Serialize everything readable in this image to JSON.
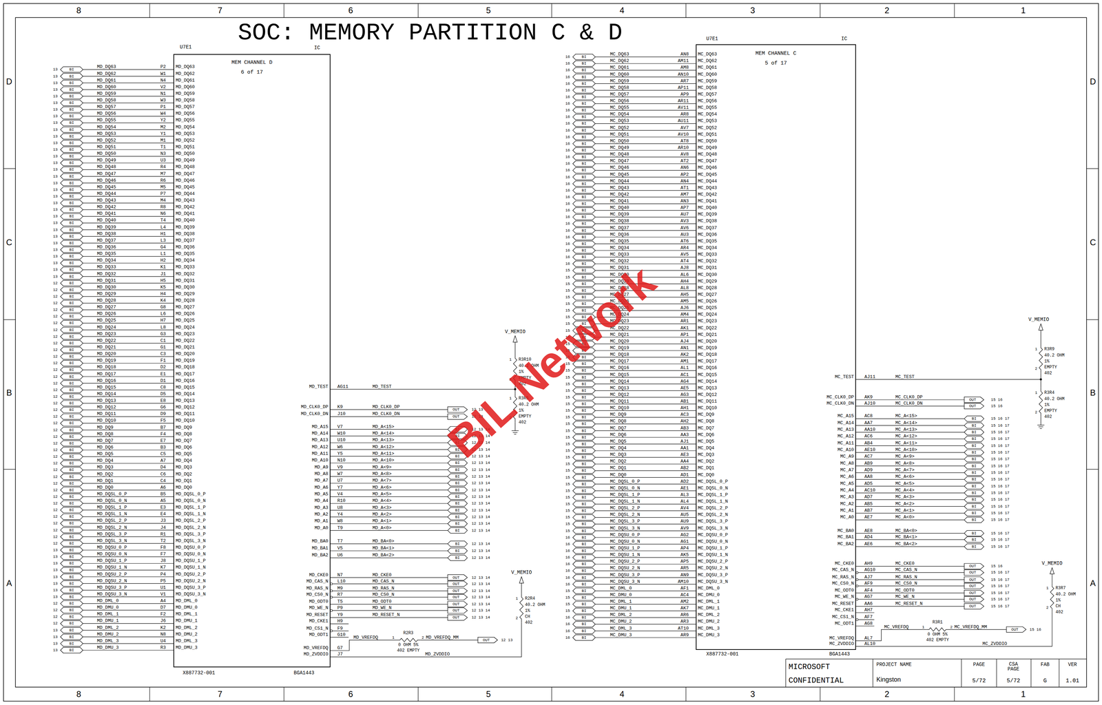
{
  "diagram": {
    "title": "SOC: MEMORY PARTITION C & D",
    "nodes": [
      {
        "text": [
          "MEM CHANNEL D",
          "6 of 17"
        ]
      },
      {
        "text": [
          "MEM CHANNEL C",
          "5 of 17"
        ]
      }
    ],
    "labels": [
      "8",
      "7",
      "6",
      "5",
      "4",
      "3",
      "2",
      "1",
      "8",
      "7",
      "6",
      "5",
      "4",
      "3",
      "2",
      "1",
      "D",
      "C",
      "B",
      "A",
      "D",
      "C",
      "B",
      "A",
      "U7E1",
      "IC",
      "X887732-001",
      "BGA1443",
      "13",
      "BI",
      "MD_DQ63",
      "P2",
      "MD_DQ63",
      "13",
      "BI",
      "MD_DQ62",
      "W1",
      "MD_DQ62",
      "13",
      "BI",
      "MD_DQ61",
      "N4",
      "MD_DQ61",
      "13",
      "BI",
      "MD_DQ60",
      "V2",
      "MD_DQ60",
      "13",
      "BI",
      "MD_DQ59",
      "N1",
      "MD_DQ59",
      "13",
      "BI",
      "MD_DQ58",
      "W3",
      "MD_DQ58",
      "13",
      "BI",
      "MD_DQ57",
      "P1",
      "MD_DQ57",
      "13",
      "BI",
      "MD_DQ56",
      "W4",
      "MD_DQ56",
      "13",
      "BI",
      "MD_DQ55",
      "Y2",
      "MD_DQ55",
      "13",
      "BI",
      "MD_DQ54",
      "M2",
      "MD_DQ54",
      "13",
      "BI",
      "MD_DQ53",
      "Y1",
      "MD_DQ53",
      "13",
      "BI",
      "MD_DQ52",
      "M1",
      "MD_DQ52",
      "13",
      "BI",
      "MD_DQ51",
      "T1",
      "MD_DQ51",
      "13",
      "BI",
      "MD_DQ50",
      "N3",
      "MD_DQ50",
      "13",
      "BI",
      "MD_DQ49",
      "U3",
      "MD_DQ49",
      "13",
      "BI",
      "MD_DQ48",
      "R4",
      "MD_DQ48",
      "13",
      "BI",
      "MD_DQ47",
      "M7",
      "MD_DQ47",
      "13",
      "BI",
      "MD_DQ46",
      "R6",
      "MD_DQ46",
      "13",
      "BI",
      "MD_DQ45",
      "M5",
      "MD_DQ45",
      "13",
      "BI",
      "MD_DQ44",
      "P7",
      "MD_DQ44",
      "13",
      "BI",
      "MD_DQ43",
      "M4",
      "MD_DQ43",
      "13",
      "BI",
      "MD_DQ42",
      "R8",
      "MD_DQ42",
      "13",
      "BI",
      "MD_DQ41",
      "N6",
      "MD_DQ41",
      "13",
      "BI",
      "MD_DQ40",
      "T4",
      "MD_DQ40",
      "13",
      "BI",
      "MD_DQ39",
      "L4",
      "MD_DQ39",
      "13",
      "BI",
      "MD_DQ38",
      "H1",
      "MD_DQ38",
      "13",
      "BI",
      "MD_DQ37",
      "L3",
      "MD_DQ37",
      "13",
      "BI",
      "MD_DQ36",
      "G4",
      "MD_DQ36",
      "13",
      "BI",
      "MD_DQ35",
      "L1",
      "MD_DQ35",
      "13",
      "BI",
      "MD_DQ34",
      "H2",
      "MD_DQ34",
      "13",
      "BI",
      "MD_DQ33",
      "K1",
      "MD_DQ33",
      "13",
      "BI",
      "MD_DQ32",
      "J1",
      "MD_DQ32",
      "12",
      "BI",
      "MD_DQ31",
      "H5",
      "MD_DQ31",
      "12",
      "BI",
      "MD_DQ30",
      "K5",
      "MD_DQ30",
      "12",
      "BI",
      "MD_DQ29",
      "H4",
      "MD_DQ29",
      "12",
      "BI",
      "MD_DQ28",
      "K4",
      "MD_DQ28",
      "12",
      "BI",
      "MD_DQ27",
      "G8",
      "MD_DQ27",
      "12",
      "BI",
      "MD_DQ26",
      "L6",
      "MD_DQ26",
      "12",
      "BI",
      "MD_DQ25",
      "H7",
      "MD_DQ25",
      "12",
      "BI",
      "MD_DQ24",
      "L8",
      "MD_DQ24",
      "12",
      "BI",
      "MD_DQ23",
      "G3",
      "MD_DQ23",
      "12",
      "BI",
      "MD_DQ22",
      "C1",
      "MD_DQ22",
      "12",
      "BI",
      "MD_DQ21",
      "G1",
      "MD_DQ21",
      "12",
      "BI",
      "MD_DQ20",
      "C3",
      "MD_DQ20",
      "12",
      "BI",
      "MD_DQ19",
      "F1",
      "MD_DQ19",
      "12",
      "BI",
      "MD_DQ18",
      "D2",
      "MD_DQ18",
      "12",
      "BI",
      "MD_DQ17",
      "E1",
      "MD_DQ17",
      "12",
      "BI",
      "MD_DQ16",
      "D1",
      "MD_DQ16",
      "12",
      "BI",
      "MD_DQ15",
      "C8",
      "MD_DQ15",
      "12",
      "BI",
      "MD_DQ14",
      "D5",
      "MD_DQ14",
      "12",
      "BI",
      "MD_DQ13",
      "E8",
      "MD_DQ13",
      "12",
      "BI",
      "MD_DQ12",
      "G6",
      "MD_DQ12",
      "12",
      "BI",
      "MD_DQ11",
      "D9",
      "MD_DQ11",
      "12",
      "BI",
      "MD_DQ10",
      "F5",
      "MD_DQ10",
      "12",
      "BI",
      "MD_DQ9",
      "B7",
      "MD_DQ9",
      "12",
      "BI",
      "MD_DQ8",
      "F4",
      "MD_DQ8",
      "12",
      "BI",
      "MD_DQ7",
      "E7",
      "MD_DQ7",
      "12",
      "BI",
      "MD_DQ6",
      "B3",
      "MD_DQ6",
      "12",
      "BI",
      "MD_DQ5",
      "C5",
      "MD_DQ5",
      "12",
      "BI",
      "MD_DQ4",
      "A7",
      "MD_DQ4",
      "12",
      "BI",
      "MD_DQ3",
      "D4",
      "MD_DQ3",
      "12",
      "BI",
      "MD_DQ2",
      "C6",
      "MD_DQ2",
      "12",
      "BI",
      "MD_DQ1",
      "C4",
      "MD_DQ1",
      "12",
      "BI",
      "MD_DQ0",
      "A6",
      "MD_DQ0",
      "12",
      "BI",
      "MD_DQSL_0_P",
      "B5",
      "MD_DQSL_0_P",
      "12",
      "BI",
      "MD_DQSL_0_N",
      "A5",
      "MD_DQSL_0_N",
      "12",
      "BI",
      "MD_DQSL_1_P",
      "E3",
      "MD_DQSL_1_P",
      "12",
      "BI",
      "MD_DQSL_1_N",
      "E4",
      "MD_DQSL_1_N",
      "12",
      "BI",
      "MD_DQSL_2_P",
      "J3",
      "MD_DQSL_2_P",
      "12",
      "BI",
      "MD_DQSL_2_N",
      "J4",
      "MD_DQSL_2_N",
      "12",
      "BI",
      "MD_DQSL_3_P",
      "R1",
      "MD_DQSL_3_P",
      "12",
      "BI",
      "MD_DQSL_3_N",
      "T2",
      "MD_DQSL_3_N",
      "13",
      "BI",
      "MD_DQSU_0_P",
      "F8",
      "MD_DQSU_0_P",
      "13",
      "BI",
      "MD_DQSU_0_N",
      "F7",
      "MD_DQSU_0_N",
      "13",
      "BI",
      "MD_DQSU_1_P",
      "J8",
      "MD_DQSU_1_P",
      "13",
      "BI",
      "MD_DQSU_1_N",
      "K7",
      "MD_DQSU_1_N",
      "13",
      "BI",
      "MD_DQSU_2_P",
      "P4",
      "MD_DQSU_2_P",
      "13",
      "BI",
      "MD_DQSU_2_N",
      "P5",
      "MD_DQSU_2_N",
      "13",
      "BI",
      "MD_DQSU_3_P",
      "U1",
      "MD_DQSU_3_P",
      "13",
      "BI",
      "MD_DQSU_3_N",
      "V1",
      "MD_DQSU_3_N",
      "12",
      "BI",
      "MD_DML_0",
      "A4",
      "MD_DML_0",
      "12",
      "BI",
      "MD_DMU_0",
      "D7",
      "MD_DMU_0",
      "12",
      "BI",
      "MD_DML_1",
      "F2",
      "MD_DML_1",
      "12",
      "BI",
      "MD_DMU_1",
      "J6",
      "MD_DMU_1",
      "13",
      "BI",
      "MD_DML_2",
      "K2",
      "MD_DML_2",
      "13",
      "BI",
      "MD_DMU_2",
      "N8",
      "MD_DMU_2",
      "13",
      "BI",
      "MD_DML_3",
      "U4",
      "MD_DML_3",
      "13",
      "BI",
      "MD_DMU_3",
      "R3",
      "MD_DMU_3",
      "MD_TEST",
      "AG11",
      "MD_TEST",
      "MD_CLK0_DP",
      "K9",
      "MD_CLK0_DP",
      "OUT",
      "12 13",
      "MD_CLK0_DN",
      "J10",
      "MD_CLK0_DN",
      "OUT",
      "12 13",
      "MD_A15",
      "V7",
      "MD_A<15>",
      "BI",
      "12 13 14",
      "MD_A14",
      "W10",
      "MD_A<14>",
      "BI",
      "12 13 14",
      "MD_A13",
      "U10",
      "MD_A<13>",
      "BI",
      "12 13 14",
      "MD_A12",
      "W6",
      "MD_A<12>",
      "BI",
      "12 13 14",
      "MD_A11",
      "Y5",
      "MD_A<11>",
      "BI",
      "12 13 14",
      "MD_A10",
      "N10",
      "MD_A<10>",
      "BI",
      "12 13 14",
      "MD_A9",
      "V9",
      "MD_A<9>",
      "BI",
      "12 13 14",
      "MD_A8",
      "W7",
      "MD_A<8>",
      "BI",
      "12 13 14",
      "MD_A7",
      "U7",
      "MD_A<7>",
      "BI",
      "12 13 14",
      "MD_A6",
      "Y7",
      "MD_A<6>",
      "BI",
      "12 13 14",
      "MD_A5",
      "V4",
      "MD_A<5>",
      "BI",
      "12 13 14",
      "MD_A4",
      "R10",
      "MD_A<4>",
      "BI",
      "12 13 14",
      "MD_A3",
      "U8",
      "MD_A<3>",
      "BI",
      "12 13 14",
      "MD_A2",
      "Y4",
      "MD_A<2>",
      "BI",
      "12 13 14",
      "MD_A1",
      "W8",
      "MD_A<1>",
      "BI",
      "12 13 14",
      "MD_A0",
      "T9",
      "MD_A<0>",
      "BI",
      "12 13 14",
      "MD_BA0",
      "T7",
      "MD_BA<0>",
      "BI",
      "12 13 14",
      "MD_BA1",
      "V5",
      "MD_BA<1>",
      "BI",
      "12 13 14",
      "MD_BA2",
      "U6",
      "MD_BA<2>",
      "BI",
      "12 13 14",
      "MD_CKE0",
      "N7",
      "MD_CKE0",
      "OUT",
      "12 13 14",
      "MD_CAS_N",
      "L10",
      "MD_CAS_N",
      "OUT",
      "12 13 14",
      "MD_RAS_N",
      "M9",
      "MD_RAS_N",
      "OUT",
      "12 13 14",
      "MD_CS0_N",
      "R7",
      "MD_CS0_N",
      "OUT",
      "12 13 14",
      "MD_ODT0",
      "T5",
      "MD_ODT0",
      "OUT",
      "12 13 14",
      "MD_WE_N",
      "P9",
      "MD_WE_N",
      "OUT",
      "12 13 14",
      "MD_RESET",
      "Y9",
      "MD_RESET_N",
      "OUT",
      "12 13 14",
      "MD_CKE1",
      "H9",
      "MD_CS1_N",
      "F9",
      "MD_ODT1",
      "G10",
      "MD_VREFDQ",
      "G7",
      "MD_ZVDDIO",
      "J7",
      "V_MEMIO",
      "R3R10",
      "1",
      "2",
      "40.2 OHM",
      "1%",
      "EMPTY",
      "402",
      "R3R5",
      "1",
      "2",
      "40.2 OHM",
      "1%",
      "EMPTY",
      "402",
      "MD_VREFDQ",
      "1",
      "2",
      "R2R3",
      "0 OHM 5%",
      "402 EMPTY",
      "MD_VREFDQ_MM",
      "OUT",
      "12 13",
      "MD_ZVDDIO",
      "V_MEMIO",
      "R2R4",
      "1",
      "2",
      "40.2 OHM",
      "1%",
      "CH",
      "402",
      "U7E1",
      "IC",
      "X887732-001",
      "BGA1443",
      "16",
      "BI",
      "MC_DQ63",
      "AN8",
      "MC_DQ63",
      "16",
      "BI",
      "MC_DQ62",
      "AM11",
      "MC_DQ62",
      "16",
      "BI",
      "MC_DQ61",
      "AM8",
      "MC_DQ61",
      "16",
      "BI",
      "MC_DQ60",
      "AN10",
      "MC_DQ60",
      "16",
      "BI",
      "MC_DQ59",
      "AR7",
      "MC_DQ59",
      "16",
      "BI",
      "MC_DQ58",
      "AP11",
      "MC_DQ58",
      "16",
      "BI",
      "MC_DQ57",
      "AP9",
      "MC_DQ57",
      "16",
      "BI",
      "MC_DQ56",
      "AR11",
      "MC_DQ56",
      "16",
      "BI",
      "MC_DQ55",
      "AV11",
      "MC_DQ55",
      "16",
      "BI",
      "MC_DQ54",
      "AR8",
      "MC_DQ54",
      "16",
      "BI",
      "MC_DQ53",
      "AU11",
      "MC_DQ53",
      "16",
      "BI",
      "MC_DQ52",
      "AV7",
      "MC_DQ52",
      "16",
      "BI",
      "MC_DQ51",
      "AV10",
      "MC_DQ51",
      "16",
      "BI",
      "MC_DQ50",
      "AT8",
      "MC_DQ50",
      "16",
      "BI",
      "MC_DQ49",
      "AR10",
      "MC_DQ49",
      "16",
      "BI",
      "MC_DQ48",
      "AV8",
      "MC_DQ48",
      "16",
      "BI",
      "MC_DQ47",
      "AT2",
      "MC_DQ47",
      "16",
      "BI",
      "MC_DQ46",
      "AN6",
      "MC_DQ46",
      "16",
      "BI",
      "MC_DQ45",
      "AP2",
      "MC_DQ45",
      "16",
      "BI",
      "MC_DQ44",
      "AN4",
      "MC_DQ44",
      "16",
      "BI",
      "MC_DQ43",
      "AT1",
      "MC_DQ43",
      "16",
      "BI",
      "MC_DQ42",
      "AM7",
      "MC_DQ42",
      "16",
      "BI",
      "MC_DQ41",
      "AN3",
      "MC_DQ41",
      "16",
      "BI",
      "MC_DQ40",
      "AP7",
      "MC_DQ40",
      "16",
      "BI",
      "MC_DQ39",
      "AU7",
      "MC_DQ39",
      "16",
      "BI",
      "MC_DQ38",
      "AV3",
      "MC_DQ38",
      "16",
      "BI",
      "MC_DQ37",
      "AV6",
      "MC_DQ37",
      "16",
      "BI",
      "MC_DQ36",
      "AU3",
      "MC_DQ36",
      "16",
      "BI",
      "MC_DQ35",
      "AT6",
      "MC_DQ35",
      "16",
      "BI",
      "MC_DQ34",
      "AR4",
      "MC_DQ34",
      "16",
      "BI",
      "MC_DQ33",
      "AV5",
      "MC_DQ33",
      "16",
      "BI",
      "MC_DQ32",
      "AT4",
      "MC_DQ32",
      "15",
      "BI",
      "MC_DQ31",
      "AJ8",
      "MC_DQ31",
      "15",
      "BI",
      "MC_DQ30",
      "AL6",
      "MC_DQ30",
      "15",
      "BI",
      "MC_DQ29",
      "AH4",
      "MC_DQ29",
      "15",
      "BI",
      "MC_DQ28",
      "AL8",
      "MC_DQ28",
      "15",
      "BI",
      "MC_DQ27",
      "AH5",
      "MC_DQ27",
      "15",
      "BI",
      "MC_DQ26",
      "AM5",
      "MC_DQ26",
      "15",
      "BI",
      "MC_DQ25",
      "AJ6",
      "MC_DQ25",
      "15",
      "BI",
      "MC_DQ24",
      "AM4",
      "MC_DQ24",
      "15",
      "BI",
      "MC_DQ23",
      "AR1",
      "MC_DQ23",
      "15",
      "BI",
      "MC_DQ22",
      "AK1",
      "MC_DQ22",
      "15",
      "BI",
      "MC_DQ21",
      "AP1",
      "MC_DQ21",
      "15",
      "BI",
      "MC_DQ20",
      "AJ4",
      "MC_DQ20",
      "15",
      "BI",
      "MC_DQ19",
      "AN1",
      "MC_DQ19",
      "15",
      "BI",
      "MC_DQ18",
      "AK2",
      "MC_DQ18",
      "15",
      "BI",
      "MC_DQ17",
      "AM1",
      "MC_DQ17",
      "15",
      "BI",
      "MC_DQ16",
      "AL1",
      "MC_DQ16",
      "15",
      "BI",
      "MC_DQ15",
      "AC1",
      "MC_DQ15",
      "15",
      "BI",
      "MC_DQ14",
      "AG4",
      "MC_DQ14",
      "15",
      "BI",
      "MC_DQ13",
      "AE5",
      "MC_DQ13",
      "15",
      "BI",
      "MC_DQ12",
      "AG3",
      "MC_DQ12",
      "15",
      "BI",
      "MC_DQ11",
      "AB1",
      "MC_DQ11",
      "15",
      "BI",
      "MC_DQ10",
      "AH1",
      "MC_DQ10",
      "15",
      "BI",
      "MC_DQ9",
      "AC3",
      "MC_DQ9",
      "15",
      "BI",
      "MC_DQ8",
      "AH2",
      "MC_DQ8",
      "15",
      "BI",
      "MC_DQ7",
      "AB3",
      "MC_DQ7",
      "15",
      "BI",
      "MC_DQ6",
      "AA3",
      "MC_DQ6",
      "15",
      "BI",
      "MC_DQ5",
      "AJ1",
      "MC_DQ5",
      "15",
      "BI",
      "MC_DQ4",
      "AA1",
      "MC_DQ4",
      "15",
      "BI",
      "MC_DQ3",
      "AE3",
      "MC_DQ3",
      "15",
      "BI",
      "MC_DQ2",
      "AA4",
      "MC_DQ2",
      "15",
      "BI",
      "MC_DQ1",
      "AB2",
      "MC_DQ1",
      "15",
      "BI",
      "MC_DQ0",
      "AD1",
      "MC_DQ0",
      "15",
      "BI",
      "MC_DQSL_0_P",
      "AD2",
      "MC_DQSL_0_P",
      "15",
      "BI",
      "MC_DQSL_0_N",
      "AE1",
      "MC_DQSL_0_N",
      "15",
      "BI",
      "MC_DQSL_1_P",
      "AL3",
      "MC_DQSL_1_P",
      "15",
      "BI",
      "MC_DQSL_1_N",
      "AL4",
      "MC_DQSL_1_N",
      "15",
      "BI",
      "MC_DQSL_2_P",
      "AV4",
      "MC_DQSL_2_P",
      "15",
      "BI",
      "MC_DQSL_2_N",
      "AU5",
      "MC_DQSL_2_N",
      "15",
      "BI",
      "MC_DQSL_3_P",
      "AU9",
      "MC_DQSL_3_P",
      "15",
      "BI",
      "MC_DQSL_3_N",
      "AV9",
      "MC_DQSL_3_N",
      "16",
      "BI",
      "MC_DQSU_0_P",
      "AG2",
      "MC_DQSU_0_P",
      "16",
      "BI",
      "MC_DQSU_0_N",
      "AG1",
      "MC_DQSU_0_N",
      "16",
      "BI",
      "MC_DQSU_1_P",
      "AP4",
      "MC_DQSU_1_P",
      "16",
      "BI",
      "MC_DQSU_1_N",
      "AK5",
      "MC_DQSU_1_N",
      "16",
      "BI",
      "MC_DQSU_2_P",
      "AP5",
      "MC_DQSU_2_P",
      "16",
      "BI",
      "MC_DQSU_2_N",
      "AR5",
      "MC_DQSU_2_N",
      "16",
      "BI",
      "MC_DQSU_3_P",
      "AN9",
      "MC_DQSU_3_P",
      "16",
      "BI",
      "MC_DQSU_3_N",
      "AM10",
      "MC_DQSU_3_N",
      "15",
      "BI",
      "MC_DML_0",
      "AF1",
      "MC_DML_0",
      "15",
      "BI",
      "MC_DMU_0",
      "AC4",
      "MC_DMU_0",
      "15",
      "BI",
      "MC_DML_1",
      "AM2",
      "MC_DML_1",
      "15",
      "BI",
      "MC_DMU_1",
      "AK7",
      "MC_DMU_1",
      "16",
      "BI",
      "MC_DML_2",
      "AR6",
      "MC_DML_2",
      "16",
      "BI",
      "MC_DMU_2",
      "AR3",
      "MC_DMU_2",
      "16",
      "BI",
      "MC_DML_3",
      "AT10",
      "MC_DML_3",
      "16",
      "BI",
      "MC_DMU_3",
      "AR9",
      "MC_DMU_3",
      "MC_TEST",
      "AJ11",
      "MC_TEST",
      "MC_CLK0_DP",
      "AK9",
      "MC_CLK0_DP",
      "OUT",
      "15 16",
      "MC_CLK0_DN",
      "AJ10",
      "MC_CLK0_DN",
      "OUT",
      "15 16",
      "MC_A15",
      "AC8",
      "MC_A<15>",
      "BI",
      "15 16 17",
      "MC_A14",
      "AA7",
      "MC_A<14>",
      "BI",
      "15 16 17",
      "MC_A13",
      "AA10",
      "MC_A<13>",
      "BI",
      "15 16 17",
      "MC_A12",
      "AC6",
      "MC_A<12>",
      "BI",
      "15 16 17",
      "MC_A11",
      "AB4",
      "MC_A<11>",
      "BI",
      "15 16 17",
      "MC_A10",
      "AE10",
      "MC_A<10>",
      "BI",
      "15 16 17",
      "MC_A9",
      "AC7",
      "MC_A<9>",
      "BI",
      "15 16 17",
      "MC_A8",
      "AB9",
      "MC_A<8>",
      "BI",
      "15 16 17",
      "MC_A7",
      "AD9",
      "MC_A<7>",
      "BI",
      "15 16 17",
      "MC_A6",
      "AA8",
      "MC_A<6>",
      "BI",
      "15 16 17",
      "MC_A5",
      "AD5",
      "MC_A<5>",
      "BI",
      "15 16 17",
      "MC_A4",
      "AC10",
      "MC_A<4>",
      "BI",
      "15 16 17",
      "MC_A3",
      "AD7",
      "MC_A<3>",
      "BI",
      "15 16 17",
      "MC_A2",
      "AB5",
      "MC_A<2>",
      "BI",
      "15 16 17",
      "MC_A1",
      "AB7",
      "MC_A<1>",
      "BI",
      "15 16 17",
      "MC_A0",
      "AE7",
      "MC_A<0>",
      "BI",
      "15 16 17",
      "MC_BA0",
      "AE8",
      "MC_BA<0>",
      "BI",
      "15 16 17",
      "MC_BA1",
      "AD4",
      "MC_BA<1>",
      "BI",
      "15 16 17",
      "MC_BA2",
      "AE6",
      "MC_BA<2>",
      "BI",
      "15 16 17",
      "MC_CKE0",
      "AH9",
      "MC_CKE0",
      "OUT",
      "15 16",
      "MC_CAS_N",
      "AG10",
      "MC_CAS_N",
      "OUT",
      "15 16 17",
      "MC_RAS_N",
      "AJ7",
      "MC_RAS_N",
      "OUT",
      "15 16 17",
      "MC_CS0_N",
      "AF9",
      "MC_CS0_N",
      "OUT",
      "15 16 17",
      "MC_ODT0",
      "AF4",
      "MC_ODT0",
      "OUT",
      "15 16 17",
      "MC_WE_N",
      "AG7",
      "MC_WE_N",
      "OUT",
      "15 16 17",
      "MC_RESET",
      "AA6",
      "MC_RESET_N",
      "OUT",
      "15 16 17",
      "MC_CKE1",
      "AH7",
      "MC_CS1_N",
      "AF7",
      "MC_ODT1",
      "AG8",
      "MC_VREFDQ",
      "AL7",
      "MC_ZVDDIO",
      "AL10",
      "V_MEMIO",
      "R3R9",
      "1",
      "2",
      "40.2 OHM",
      "1%",
      "EMPTY",
      "402",
      "R3R4",
      "1",
      "2",
      "40.2 OHM",
      "1%",
      "EMPTY",
      "402",
      "MC_VREFDQ",
      "1",
      "2",
      "R3R1",
      "0 OHM 5%",
      "402 EMPTY",
      "MC_VREFDQ_MM",
      "OUT",
      "15 16",
      "MC_ZVDDIO",
      "V_MEMIO",
      "R3R7",
      "1",
      "2",
      "40.2 OHM",
      "1%",
      "CH",
      "402",
      "MICROSOFT",
      "CONFIDENTIAL",
      "PROJECT NAME",
      "Kingston",
      "PAGE",
      "5/72",
      "CSA PAGE",
      "5/72",
      "FAB",
      "G",
      "VER",
      "1.01",
      "BIL Network"
    ]
  }
}
